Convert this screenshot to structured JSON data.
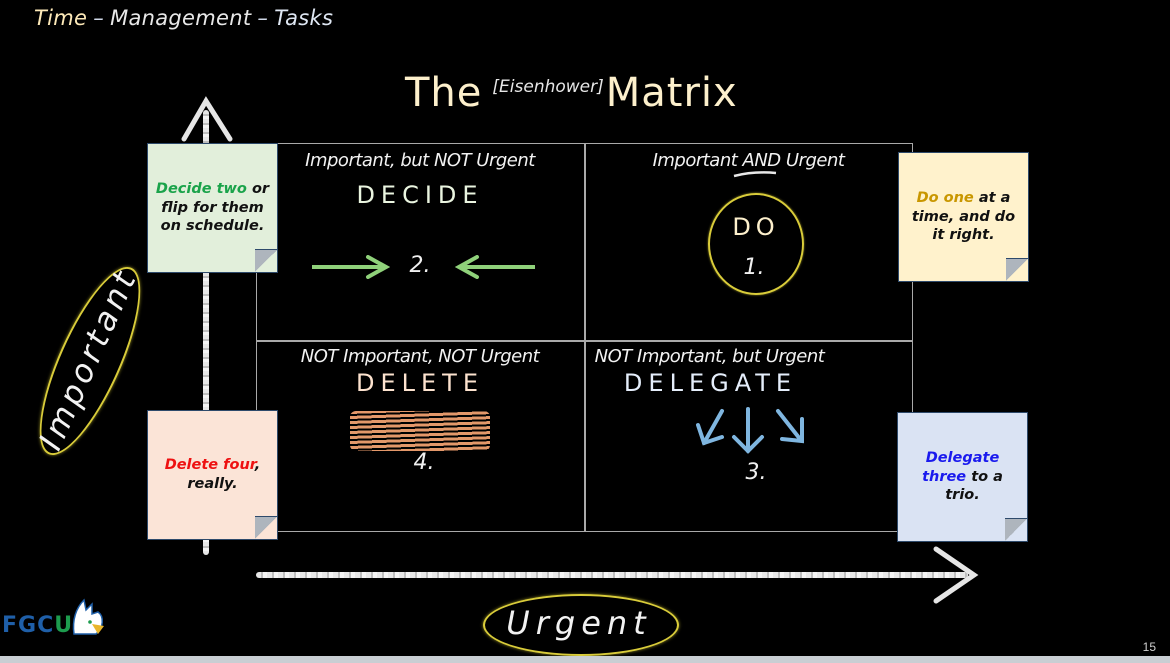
{
  "header": {
    "breadcrumb": [
      "Time",
      "Management",
      "Tasks"
    ],
    "separator": "–"
  },
  "title": {
    "pre": "The",
    "bracket": "[Eisenhower]",
    "main": "Matrix"
  },
  "axes": {
    "y_label": "Important",
    "x_label": "Urgent"
  },
  "quadrants": {
    "top_left": {
      "label": "Important, but NOT Urgent",
      "action": "DECIDE",
      "number": "2.",
      "action_color": "#eaf5e0"
    },
    "top_right": {
      "label": "Important AND Urgent",
      "action": "DO",
      "number": "1.",
      "action_color": "#fdf0cc"
    },
    "bottom_left": {
      "label": "NOT Important, NOT Urgent",
      "action": "DELETE",
      "number": "4.",
      "action_color": "#fde3cf"
    },
    "bottom_right": {
      "label": "NOT Important, but Urgent",
      "action": "DELEGATE",
      "number": "3.",
      "action_color": "#e5eefb"
    }
  },
  "notes": {
    "decide": {
      "highlight": "Decide two",
      "rest": "or flip for them on schedule.",
      "highlight_color": "#1aa34a"
    },
    "do": {
      "highlight": "Do one",
      "rest": "at a time, and do it right.",
      "highlight_color": "#c99700"
    },
    "delete": {
      "highlight": "Delete four",
      "rest": ", really.",
      "highlight_color": "#ee1111"
    },
    "delegate": {
      "highlight": "Delegate three",
      "rest": "to a trio.",
      "highlight_color": "#1a1aee"
    }
  },
  "colors": {
    "background": "#000000",
    "grid_line": "#a9a9a9",
    "ellipse": "#d9cc3a",
    "decide_arrows": "#8fd17a",
    "delegate_arrows": "#7fb6e0",
    "delete_scribble": "#f0a070"
  },
  "footer": {
    "logo": {
      "left": "FGC",
      "right": "U"
    },
    "page_number": "15"
  }
}
